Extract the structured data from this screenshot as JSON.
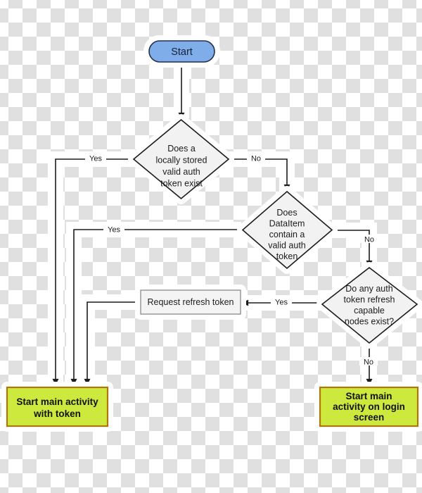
{
  "diagram": {
    "nodes": {
      "start": {
        "label": "Start"
      },
      "decision_local_token": {
        "lines": [
          "Does a",
          "locally stored",
          "valid auth",
          "token exist"
        ]
      },
      "decision_dataitem": {
        "lines": [
          "Does",
          "DataItem",
          "contain a",
          "valid auth",
          "token"
        ]
      },
      "decision_refresh_nodes": {
        "lines": [
          "Do any auth",
          "token refresh",
          "capable",
          "nodes exist?"
        ]
      },
      "process_request_refresh": {
        "label": "Request refresh token"
      },
      "terminal_with_token": {
        "lines": [
          "Start main activity",
          "with token"
        ]
      },
      "terminal_login": {
        "lines": [
          "Start main",
          "activity on login",
          "screen"
        ]
      }
    },
    "edge_labels": {
      "local_token_yes": "Yes",
      "local_token_no": "No",
      "dataitem_yes": "Yes",
      "dataitem_no": "No",
      "refresh_nodes_yes": "Yes",
      "refresh_nodes_no": "No"
    }
  },
  "colors": {
    "checker_gray": "#e0e0e0",
    "halo": "#ffffff",
    "line_color": "#1c1c1c",
    "node_text": "#1c1c1c",
    "start_fill": "#7fade9",
    "start_border": "#22304a",
    "start_text": "#14213a",
    "decision_fill": "#f2f2f2",
    "process_fill": "#f4f4f4",
    "process_border": "#8a8a8a",
    "terminal_fill": "#cde93e",
    "terminal_border": "#b07607"
  }
}
